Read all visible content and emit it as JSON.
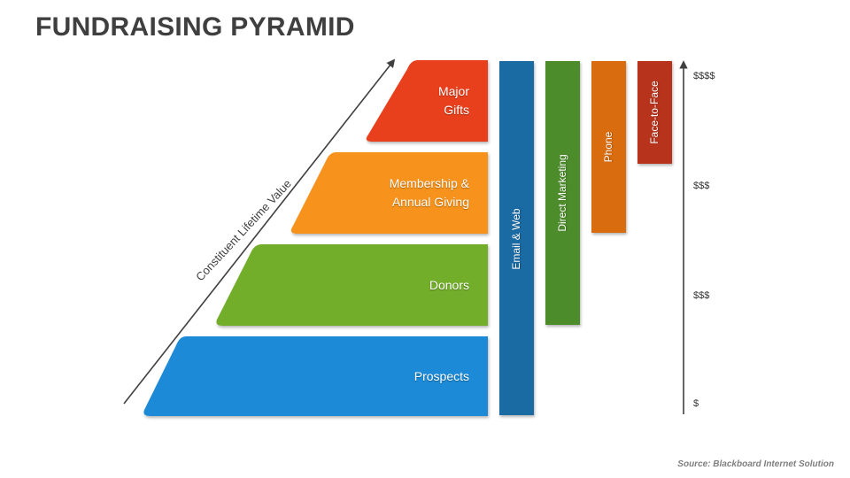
{
  "title": "FUNDRAISING PYRAMID",
  "axis_label": "Constituent Lifetime Value",
  "tiers": [
    {
      "label_lines": [
        "Major",
        "Gifts"
      ],
      "color": "#e8401c"
    },
    {
      "label_lines": [
        "Membership &",
        "Annual Giving"
      ],
      "color": "#f7931e"
    },
    {
      "label_lines": [
        "Donors"
      ],
      "color": "#72ae2a"
    },
    {
      "label_lines": [
        "Prospects"
      ],
      "color": "#1b8ad7"
    }
  ],
  "channels": [
    {
      "label": "Email & Web",
      "color": "#1a6aa3"
    },
    {
      "label": "Direct Marketing",
      "color": "#4d8c2b"
    },
    {
      "label": "Phone",
      "color": "#d96c0f"
    },
    {
      "label": "Face-to-Face",
      "color": "#b8331c"
    }
  ],
  "scale": [
    "$$$$",
    "$$$",
    "$$$",
    "$"
  ],
  "source": "Source: Blackboard Internet Solution"
}
